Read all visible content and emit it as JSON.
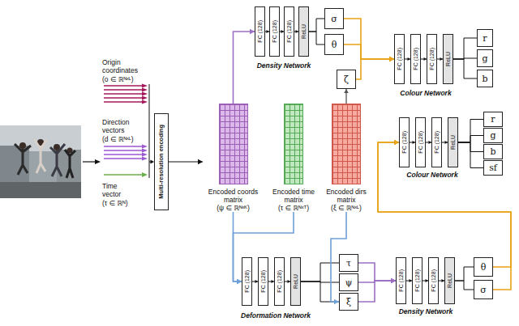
{
  "diagram": {
    "nodes": [
      {
        "text": [
          "Multi-resolution encoding"
        ]
      },
      {
        "text": [
          "Encoded coords matrix",
          "(ψ ∈ ℝᴺˣᴷ)"
        ]
      },
      {
        "text": [
          "Encoded time matrix",
          "(τ ∈ ℝᴺˣᵀ)"
        ]
      },
      {
        "text": [
          "Encoded dirs matrix",
          "(ξ ∈ ℝᴺˣᴸ)"
        ]
      },
      {
        "text": [
          "FC (128)"
        ]
      },
      {
        "text": [
          "FC (128)"
        ]
      },
      {
        "text": [
          "FC (128)"
        ]
      },
      {
        "text": [
          "ReLU"
        ]
      },
      {
        "text": [
          "σ"
        ]
      },
      {
        "text": [
          "θ"
        ]
      },
      {
        "text": [
          "ζ"
        ]
      },
      {
        "text": [
          "FC (128)"
        ]
      },
      {
        "text": [
          "FC (128)"
        ]
      },
      {
        "text": [
          "FC (128)"
        ]
      },
      {
        "text": [
          "ReLU"
        ]
      },
      {
        "text": [
          "r"
        ]
      },
      {
        "text": [
          "g"
        ]
      },
      {
        "text": [
          "b"
        ]
      },
      {
        "text": [
          "FC (128)"
        ]
      },
      {
        "text": [
          "FC (128)"
        ]
      },
      {
        "text": [
          "FC (128)"
        ]
      },
      {
        "text": [
          "ReLU"
        ]
      },
      {
        "text": [
          "r"
        ]
      },
      {
        "text": [
          "g"
        ]
      },
      {
        "text": [
          "b"
        ]
      },
      {
        "text": [
          "sf"
        ]
      },
      {
        "text": [
          "FC (128)"
        ]
      },
      {
        "text": [
          "FC (128)"
        ]
      },
      {
        "text": [
          "FC (128)"
        ]
      },
      {
        "text": [
          "ReLU"
        ]
      },
      {
        "text": [
          "τ"
        ]
      },
      {
        "text": [
          "ψ"
        ]
      },
      {
        "text": [
          "ξ"
        ]
      },
      {
        "text": [
          "FC (128)"
        ]
      },
      {
        "text": [
          "FC (128)"
        ]
      },
      {
        "text": [
          "FC (128)"
        ]
      },
      {
        "text": [
          "ReLU"
        ]
      },
      {
        "text": [
          "θ"
        ]
      },
      {
        "text": [
          "σ"
        ]
      }
    ],
    "edges": [
      {
        "from": 4,
        "to": 5,
        "arrow": "to"
      },
      {
        "from": 5,
        "to": 6,
        "arrow": "to"
      },
      {
        "from": 6,
        "to": 7,
        "arrow": "to"
      },
      {
        "from": 11,
        "to": 12,
        "arrow": "to"
      },
      {
        "from": 12,
        "to": 13,
        "arrow": "to"
      },
      {
        "from": 13,
        "to": 14,
        "arrow": "to"
      },
      {
        "from": 18,
        "to": 19,
        "arrow": "to"
      },
      {
        "from": 19,
        "to": 20,
        "arrow": "to"
      },
      {
        "from": 20,
        "to": 21,
        "arrow": "to"
      },
      {
        "from": 26,
        "to": 27,
        "arrow": "to"
      },
      {
        "from": 27,
        "to": 28,
        "arrow": "to"
      },
      {
        "from": 28,
        "to": 29,
        "arrow": "to"
      },
      {
        "from": 33,
        "to": 34,
        "arrow": "to"
      },
      {
        "from": 34,
        "to": 35,
        "arrow": "to"
      },
      {
        "from": 35,
        "to": 36,
        "arrow": "to"
      },
      {
        "from": 7,
        "to": 8,
        "arrow": "none"
      },
      {
        "from": 7,
        "to": 9,
        "arrow": "none"
      },
      {
        "from": 14,
        "to": 15,
        "arrow": "none"
      },
      {
        "from": 14,
        "to": 16,
        "arrow": "none"
      },
      {
        "from": 14,
        "to": 17,
        "arrow": "none"
      },
      {
        "from": 21,
        "to": 22,
        "arrow": "none"
      },
      {
        "from": 21,
        "to": 23,
        "arrow": "none"
      },
      {
        "from": 21,
        "to": 24,
        "arrow": "none"
      },
      {
        "from": 21,
        "to": 25,
        "arrow": "none"
      },
      {
        "from": 29,
        "to": 30,
        "arrow": "none"
      },
      {
        "from": 29,
        "to": 31,
        "arrow": "none"
      },
      {
        "from": 29,
        "to": 32,
        "arrow": "none"
      },
      {
        "from": 36,
        "to": 37,
        "arrow": "none"
      },
      {
        "from": 36,
        "to": 38,
        "arrow": "none"
      },
      {
        "from": 0,
        "to": 1,
        "arrow": "to"
      },
      {
        "from": 1,
        "to": 4,
        "arrow": "to"
      },
      {
        "from": 8,
        "to": 11,
        "arrow": "to"
      },
      {
        "from": 9,
        "to": 11,
        "arrow": "to"
      },
      {
        "from": 3,
        "to": 10,
        "arrow": "to"
      },
      {
        "from": 10,
        "to": 11,
        "arrow": "to"
      },
      {
        "from": 1,
        "to": 26,
        "arrow": "to"
      },
      {
        "from": 2,
        "to": 26,
        "arrow": "to"
      },
      {
        "from": 3,
        "to": 32,
        "arrow": "to"
      },
      {
        "from": 30,
        "to": 33,
        "arrow": "to"
      },
      {
        "from": 31,
        "to": 33,
        "arrow": "to"
      },
      {
        "from": 32,
        "to": 33,
        "arrow": "to"
      },
      {
        "from": 37,
        "to": 18,
        "arrow": "to"
      },
      {
        "from": 38,
        "to": 18,
        "arrow": "to"
      }
    ],
    "labels": [
      "Origin coordinates",
      "(o ∈ ℝᴺˣᴸ)",
      "Direction vectors",
      "(d ∈ ℝᴺˣᴸ)",
      "Time vector",
      "(τ ∈ ℝᴺ)",
      "Density Network",
      "Colour Network",
      "Colour Network",
      "Deformation Network",
      "Density Network"
    ]
  }
}
